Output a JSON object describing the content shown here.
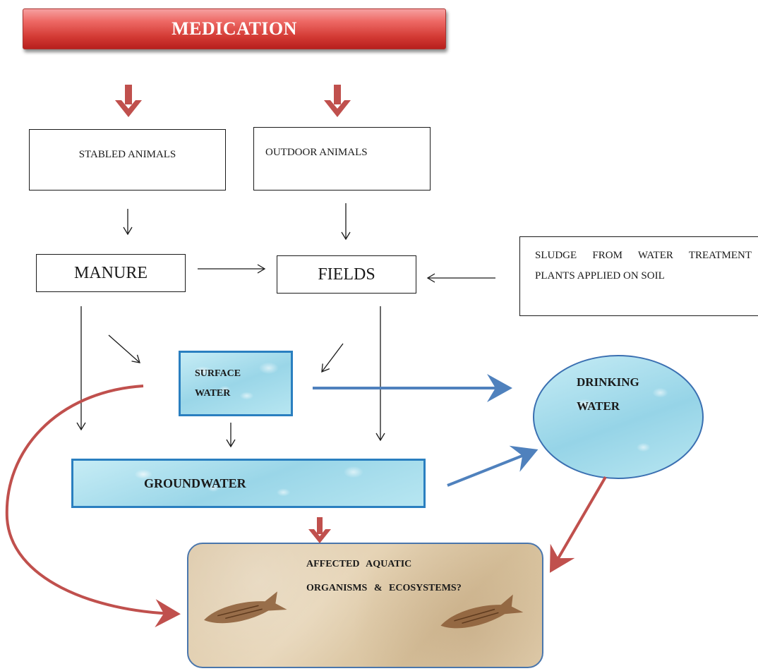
{
  "title": "MEDICATION",
  "nodes": {
    "stabled_animals": "STABLED ANIMALS",
    "outdoor_animals": "OUTDOOR ANIMALS",
    "manure": "MANURE",
    "fields": "FIELDS",
    "sludge": "SLUDGE FROM WATER TREATMENT PLANTS APPLIED ON SOIL",
    "surface_water": "SURFACE WATER",
    "groundwater": "GROUNDWATER",
    "drinking_water": "DRINKING WATER",
    "affected": "AFFECTED AQUATIC ORGANISMS & ECOSYSTEMS?"
  },
  "colors": {
    "red_arrow": "#c0504d",
    "blue_arrow": "#4f81bd",
    "water_border": "#2a7fc0",
    "black_arrow": "#1a1a1a"
  }
}
